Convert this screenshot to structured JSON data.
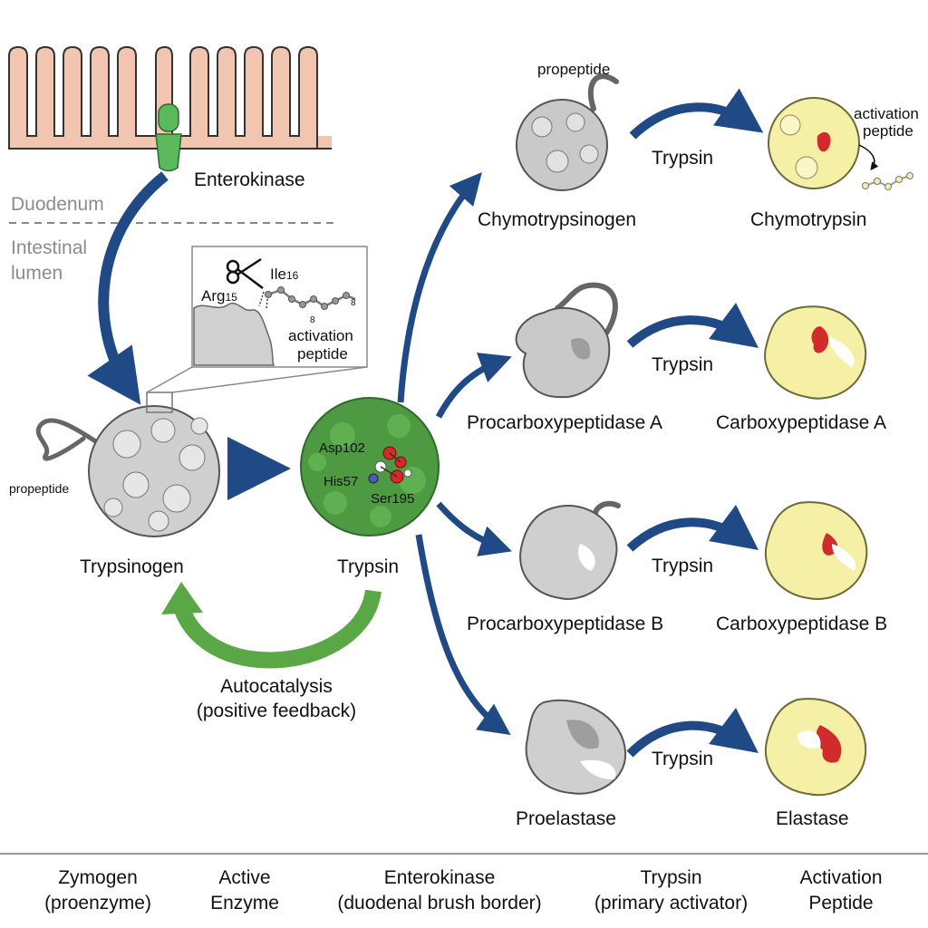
{
  "regions": {
    "duodenum": "Duodenum",
    "lumen_line1": "Intestinal",
    "lumen_line2": "lumen"
  },
  "enterokinase": {
    "label": "Enterokinase"
  },
  "trypsinogen": {
    "label": "Trypsinogen",
    "propeptide": "propeptide"
  },
  "inset": {
    "arg": "Arg",
    "arg_num": "15",
    "ile": "Ile",
    "ile_num": "16",
    "activation_line1": "activation",
    "activation_line2": "peptide",
    "mark_a": "8",
    "mark_b": "8"
  },
  "trypsin": {
    "label": "Trypsin",
    "residues": [
      "Asp102",
      "His57",
      "Ser195"
    ]
  },
  "feedback": {
    "line1": "Autocatalysis",
    "line2": "(positive feedback)"
  },
  "conversions": [
    {
      "zymogen": "Chymotrypsinogen",
      "activator": "Trypsin",
      "product": "Chymotrypsin"
    },
    {
      "zymogen": "Procarboxypeptidase A",
      "activator": "Trypsin",
      "product": "Carboxypeptidase A"
    },
    {
      "zymogen": "Procarboxypeptidase B",
      "activator": "Trypsin",
      "product": "Carboxypeptidase B"
    },
    {
      "zymogen": "Proelastase",
      "activator": "Trypsin",
      "product": "Elastase"
    }
  ],
  "chymo_extra": {
    "propeptide": "propeptide",
    "activation_line1": "activation",
    "activation_line2": "peptide"
  },
  "legend": [
    {
      "line1": "Zymogen",
      "line2": "(proenzyme)"
    },
    {
      "line1": "Active",
      "line2": "Enzyme"
    },
    {
      "line1": "Enterokinase",
      "line2": "(duodenal brush border)"
    },
    {
      "line1": "Trypsin",
      "line2": "(primary activator)"
    },
    {
      "line1": "Activation",
      "line2": "Peptide"
    }
  ],
  "colors": {
    "arrow_blue": "#1f4a86",
    "feedback_green": "#5aa845",
    "villi_fill": "#f2c5b1",
    "zymogen_gray": "#c9c9c9",
    "trypsin_green": "#4e9a42",
    "active_yellow": "#f6efa6",
    "peptide_red": "#d22b2b"
  }
}
